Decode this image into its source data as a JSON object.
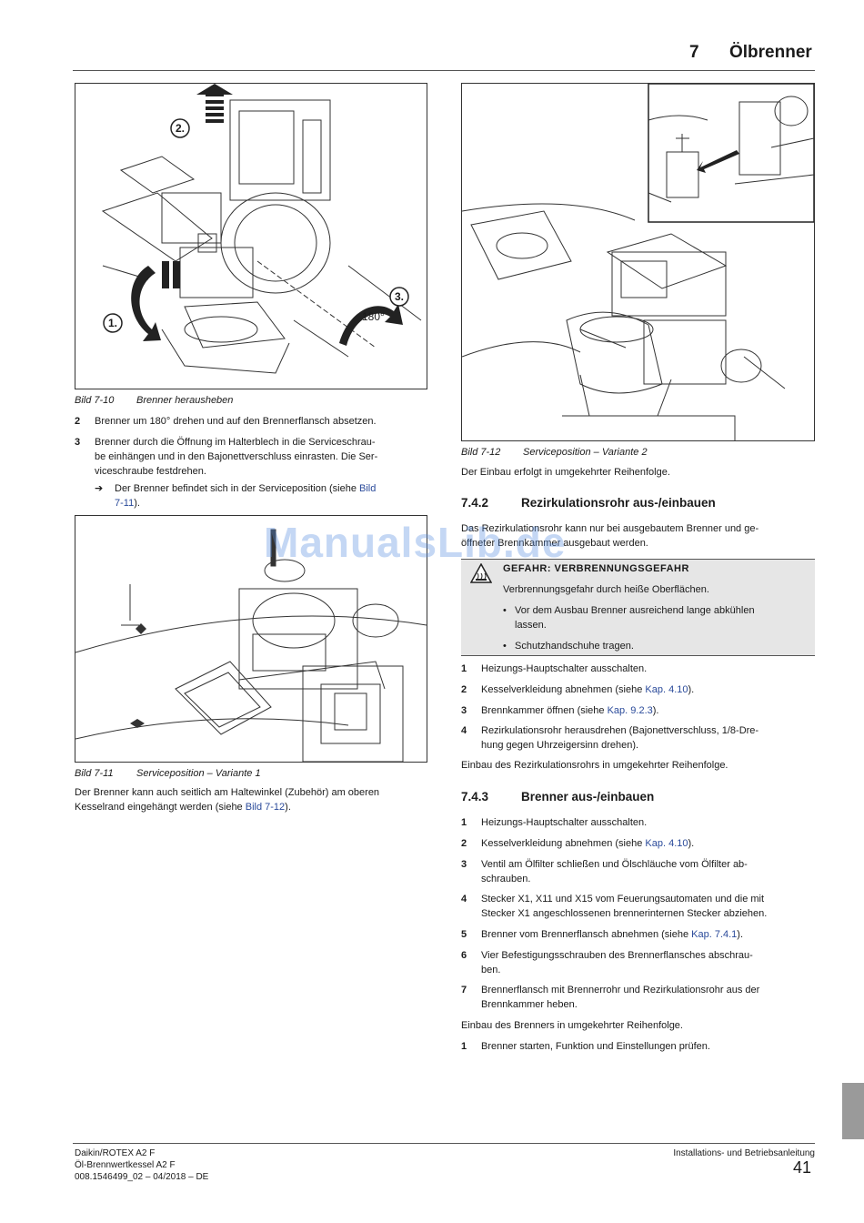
{
  "header": {
    "chapter_number": "7",
    "chapter_title": "Ölbrenner"
  },
  "figures": {
    "fig_7_10": {
      "number": "Bild 7-10",
      "title": "Brenner herausheben",
      "labels": [
        "2.",
        "1.",
        "3.",
        "180°"
      ]
    },
    "fig_7_11": {
      "number": "Bild 7-11",
      "title": "Serviceposition – Variante 1"
    },
    "fig_7_12": {
      "number": "Bild 7-12",
      "title": "Serviceposition – Variante 2"
    }
  },
  "left_column": {
    "steps": [
      {
        "number": "2",
        "lines": [
          "Brenner um 180° drehen und auf den Brennerflansch absetzen."
        ]
      },
      {
        "number": "3",
        "lines": [
          "Brenner durch die Öffnung im Halterblech in die Serviceschrau-",
          "be einhängen und in den Bajonettverschluss einrasten. Die Ser-",
          "viceschraube festdrehen."
        ]
      }
    ],
    "result": {
      "arrow": "➔",
      "line1_text": "Der Brenner befindet sich in der Serviceposition (siehe ",
      "line1_link": "Bild",
      "line2_link": "7-11",
      "line2_text": ")."
    },
    "after_fig_text": {
      "line1": "Der Brenner kann auch seitlich am Haltewinkel (Zubehör) am oberen",
      "line2_text": "Kesselrand eingehängt werden (siehe ",
      "line2_link": "Bild 7-12",
      "line2_end": ")."
    }
  },
  "right_column": {
    "after_fig_text": "Der Einbau erfolgt in umgekehrter Reihenfolge.",
    "section_742": {
      "number": "7.4.2",
      "title": "Rezirkulationsrohr aus-/einbauen",
      "intro": [
        "Das Rezirkulationsrohr kann nur bei ausgebautem Brenner und ge-",
        "öffneter Brennkammer ausgebaut werden."
      ],
      "warning": {
        "title": "GEFAHR: VERBRENNUNGSGEFAHR",
        "body": "Verbrennungsgefahr durch heiße Oberflächen.",
        "bullets": [
          [
            "Vor dem Ausbau Brenner ausreichend lange abkühlen",
            "lassen."
          ],
          [
            "Schutzhandschuhe tragen."
          ]
        ]
      },
      "steps": [
        {
          "number": "1",
          "text": "Heizungs-Hauptschalter ausschalten.",
          "link": "",
          "end": ""
        },
        {
          "number": "2",
          "text": "Kesselverkleidung abnehmen (siehe ",
          "link": "Kap. 4.10",
          "end": ")."
        },
        {
          "number": "3",
          "text": "Brennkammer öffnen (siehe ",
          "link": "Kap. 9.2.3",
          "end": ")."
        },
        {
          "number": "4",
          "text": "Rezirkulationsrohr herausdrehen (Bajonettverschluss, 1/8-Dre-",
          "line2": "hung gegen Uhrzeigersinn drehen)."
        }
      ],
      "outro": "Einbau des Rezirkulationsrohrs in umgekehrter Reihenfolge."
    },
    "section_743": {
      "number": "7.4.3",
      "title": "Brenner aus-/einbauen",
      "steps": [
        {
          "number": "1",
          "text": "Heizungs-Hauptschalter ausschalten."
        },
        {
          "number": "2",
          "text": "Kesselverkleidung abnehmen (siehe ",
          "link": "Kap. 4.10",
          "end": ")."
        },
        {
          "number": "3",
          "text": "Ventil am Ölfilter schließen und Ölschläuche vom Ölfilter ab-",
          "line2": "schrauben."
        },
        {
          "number": "4",
          "text": "Stecker X1, X11 und X15 vom Feuerungsautomaten und die mit",
          "line2": "Stecker X1 angeschlossenen brennerinternen Stecker abziehen."
        },
        {
          "number": "5",
          "text": "Brenner vom Brennerflansch abnehmen (siehe ",
          "link": "Kap. 7.4.1",
          "end": ")."
        },
        {
          "number": "6",
          "text": "Vier Befestigungsschrauben des Brennerflansches abschrau-",
          "line2": "ben."
        },
        {
          "number": "7",
          "text": "Brennerflansch mit Brennerrohr und Rezirkulationsrohr aus der",
          "line2": "Brennkammer heben."
        }
      ],
      "outro": "Einbau des Brenners in umgekehrter Reihenfolge.",
      "final_step": {
        "number": "1",
        "text": "Brenner starten, Funktion und Einstellungen prüfen."
      }
    }
  },
  "footer": {
    "left": [
      "Daikin/ROTEX A2 F",
      "Öl-Brennwertkessel A2 F",
      "008.1546499_02 – 04/2018 – DE"
    ],
    "right": "Installations- und Betriebsanleitung",
    "page": "41"
  },
  "watermark": "ManualsLib.de",
  "colors": {
    "link": "#2a4a9a",
    "warning_bg": "#e6e6e6",
    "tab": "#9a9a9a"
  }
}
